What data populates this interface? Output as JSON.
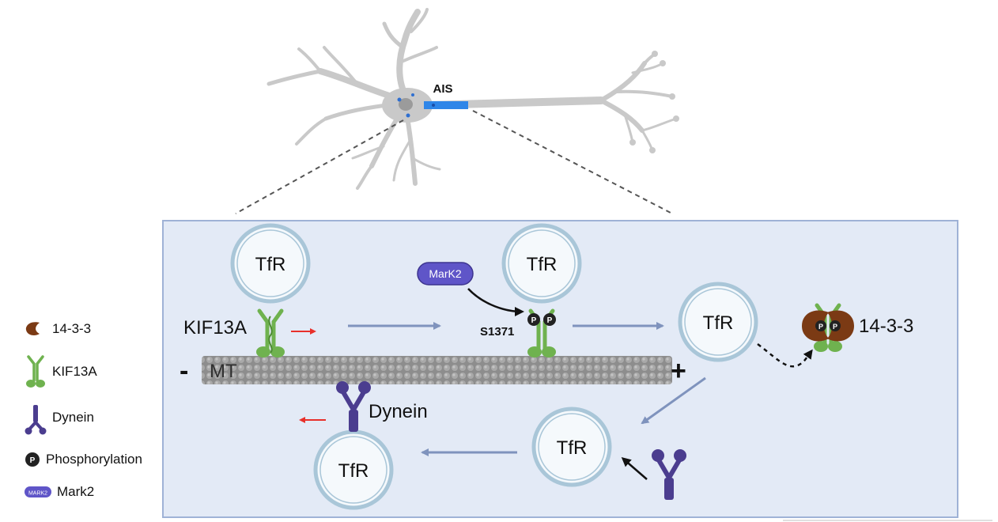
{
  "neuron": {
    "ais_label": "AIS"
  },
  "panel": {
    "vesicle_label": "TfR",
    "kif13a_label": "KIF13A",
    "mt_label": "MT",
    "minus_end": "-",
    "plus_end": "+",
    "mark2_label": "MarK2",
    "s1371_label": "S1371",
    "phospho_glyph": "P",
    "protein_1433_label": "14-3-3",
    "dynein_label": "Dynein"
  },
  "legend": {
    "items": [
      {
        "label": "14-3-3",
        "icon": "14-3-3-icon"
      },
      {
        "label": "KIF13A",
        "icon": "kinesin-icon"
      },
      {
        "label": "Dynein",
        "icon": "dynein-icon"
      },
      {
        "label": "Phosphorylation",
        "icon": "phosphorylation-icon"
      },
      {
        "label": "Mark2",
        "icon": "mark2-icon",
        "badge": "MARK2"
      }
    ]
  },
  "colors": {
    "neuron": "#c9c9c9",
    "ais": "#2f86e8",
    "panel_bg": "#e3eaf6",
    "panel_border": "#9fb2d6",
    "kinesin": "#6fb24f",
    "dynein": "#4b3d8f",
    "mark2": "#5f55c8",
    "protein_1433": "#7b3a14",
    "flow_arrow": "#7f93bd",
    "motion_arrow": "#e8302a"
  }
}
